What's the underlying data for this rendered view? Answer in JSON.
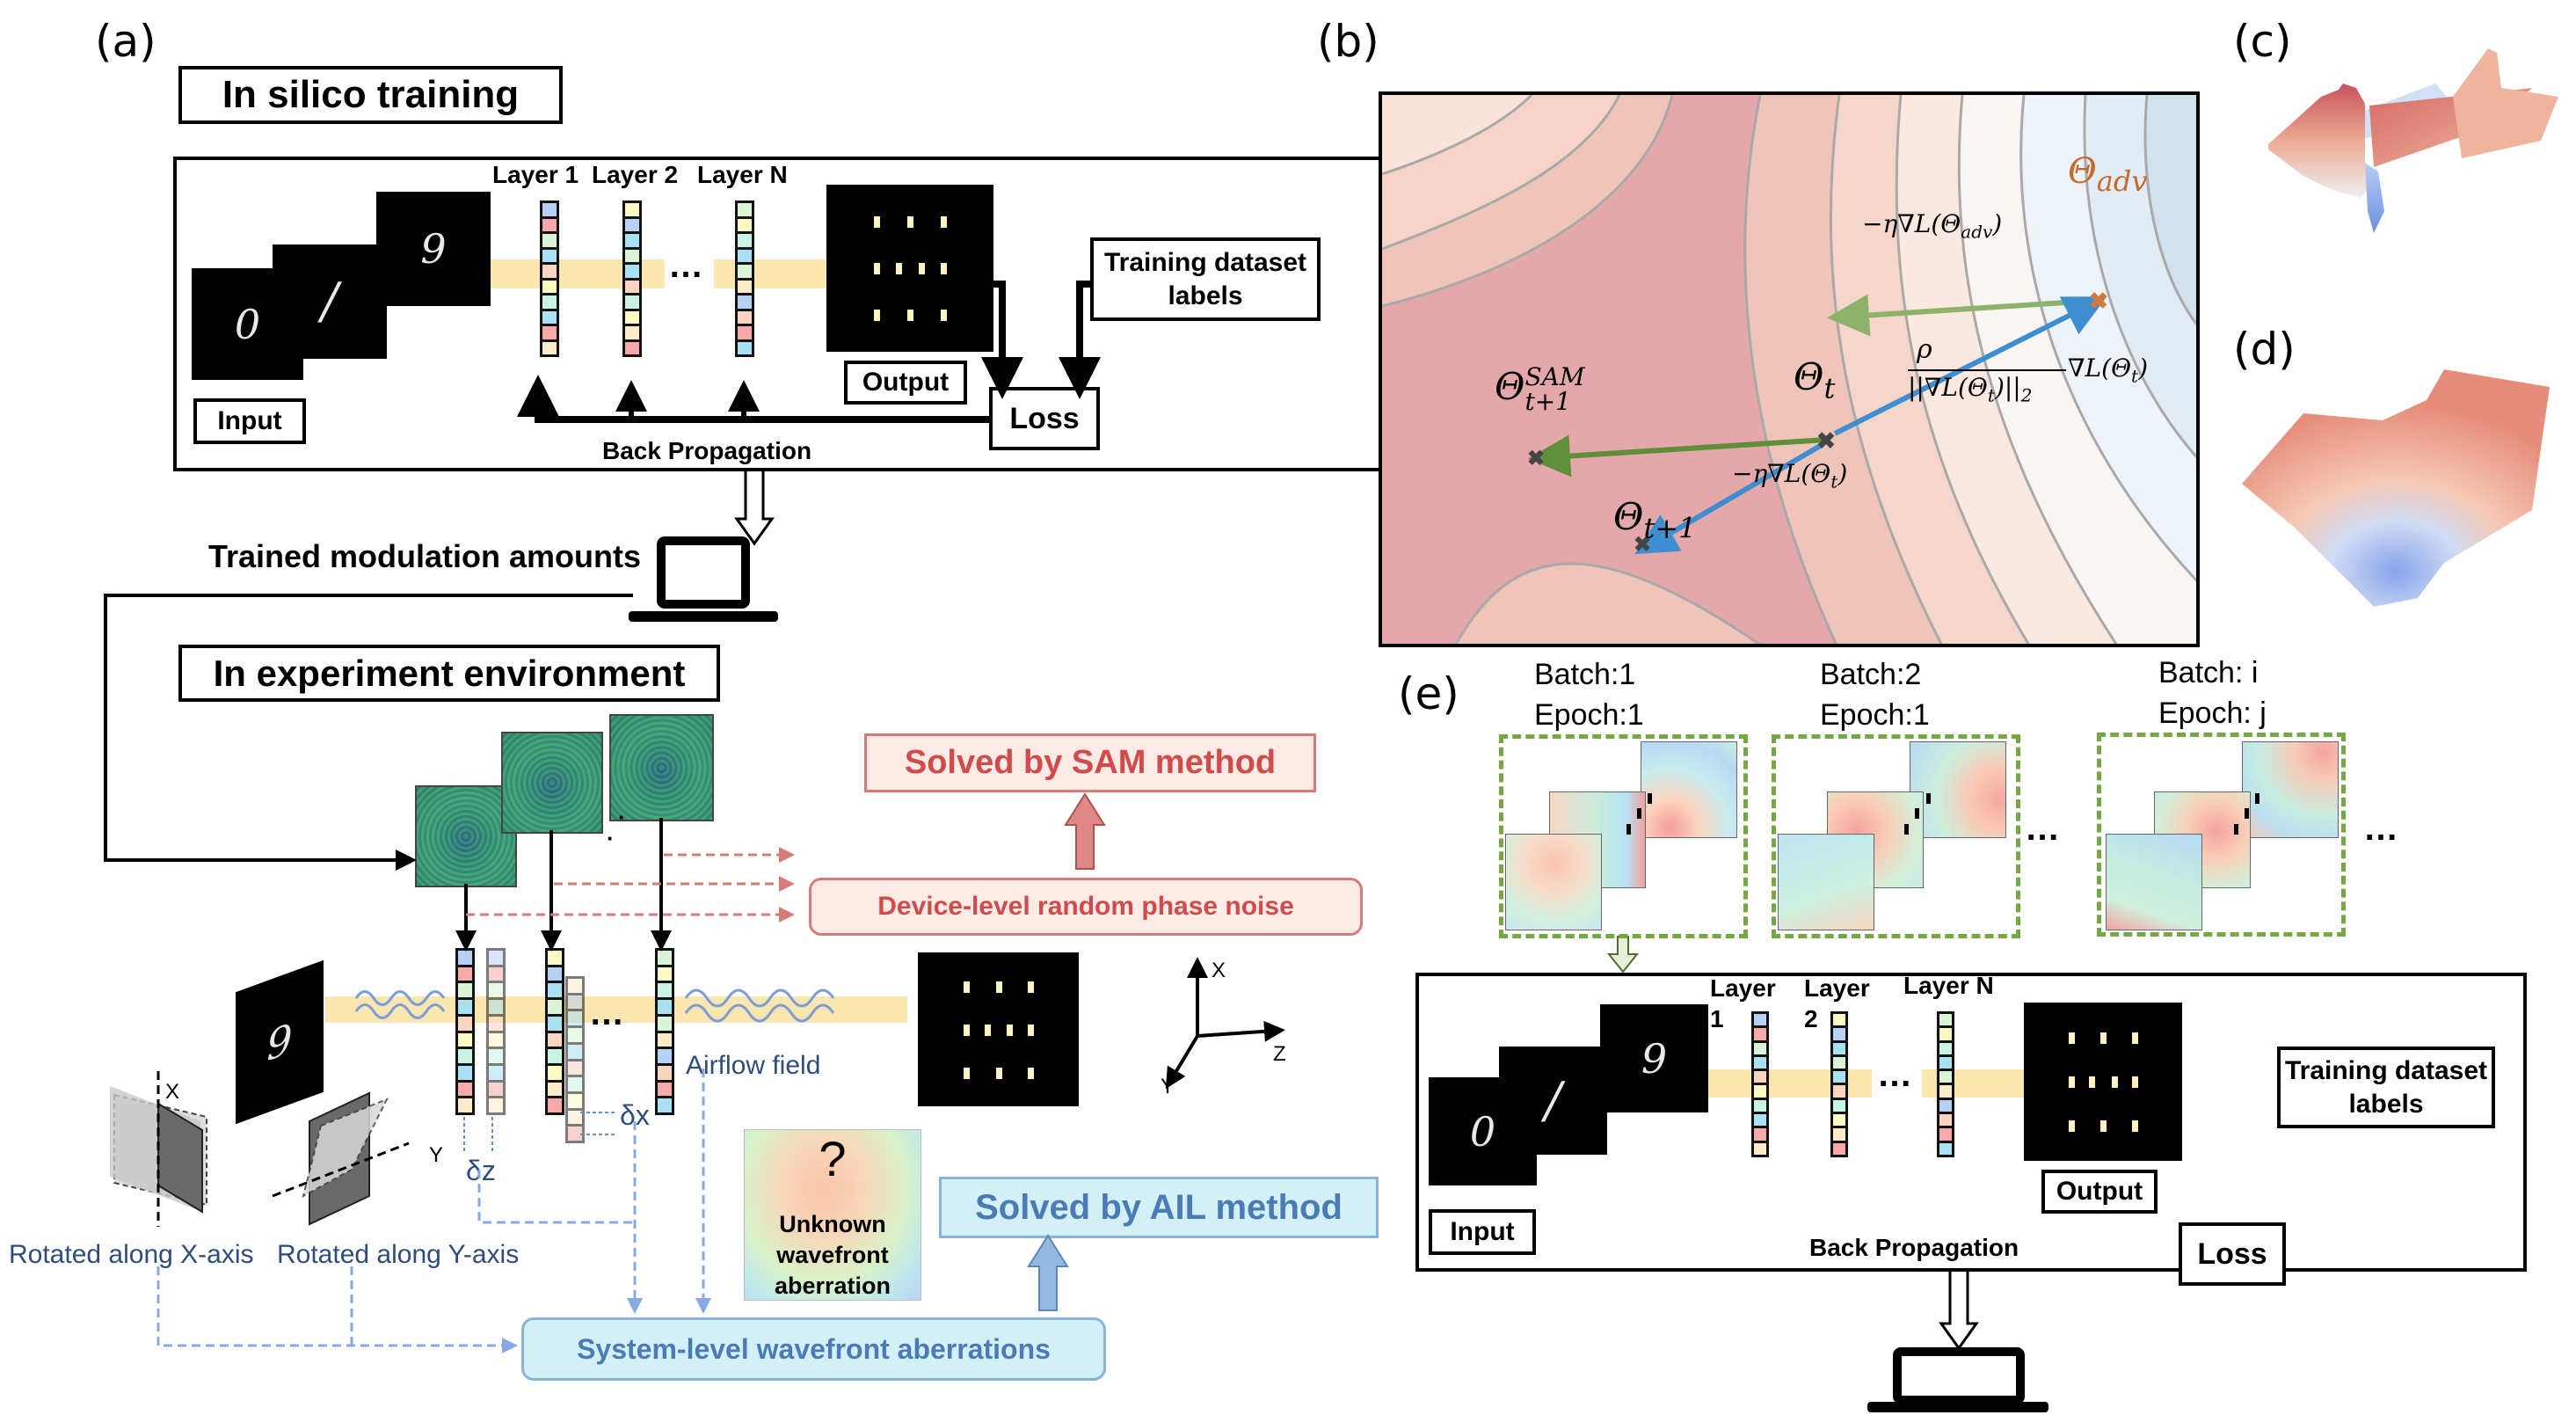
{
  "panels": {
    "a": "(a)",
    "b": "(b)",
    "c": "(c)",
    "d": "(d)",
    "e": "(e)"
  },
  "insilico": {
    "title": "In silico training",
    "digits": [
      "0",
      "/",
      "9"
    ],
    "layer_labels": [
      "Layer 1",
      "Layer 2",
      "Layer N"
    ],
    "ellipsis": "…",
    "input_label": "Input",
    "output_label": "Output",
    "loss_label": "Loss",
    "labels_box": "Training dataset labels",
    "backprop_label": "Back Propagation"
  },
  "transfer": {
    "trained_label": "Trained modulation amounts"
  },
  "experiment": {
    "title": "In experiment environment",
    "sam_box": "Solved by SAM method",
    "device_noise": "Device-level random phase noise",
    "airflow": "Airflow field",
    "delta_x": "δx",
    "delta_z": "δz",
    "rot_x_axis": "X",
    "rot_y_axis": "Y",
    "rot_x_caption": "Rotated along X-axis",
    "rot_y_caption": "Rotated along Y-axis",
    "unknown_mark": "?",
    "unknown_caption": "Unknown wavefront aberration",
    "ail_box": "Solved by AIL method",
    "system_box": "System-level  wavefront aberrations",
    "axes": {
      "x": "X",
      "y": "Y",
      "z": "Z"
    },
    "digit": "9"
  },
  "landscape": {
    "theta_adv": "Θ",
    "theta_adv_sub": "adv",
    "grad_adv": "−η∇L(Θ",
    "grad_adv_sub": "adv",
    "grad_adv_close": ")",
    "theta_t": "Θ",
    "theta_t_sub": "t",
    "theta_sam": "Θ",
    "theta_sam_sup": "SAM",
    "theta_sam_sub": "t+1",
    "theta_next": "Θ",
    "theta_next_sub": "t+1",
    "rho": "ρ",
    "norm": "||∇L(Θ",
    "norm_sub": "t",
    "norm_close": ")||",
    "norm_2": "2",
    "grad_t": "∇L(Θ",
    "grad_t_sub": "t",
    "grad_t_close": ")",
    "step": "−η∇L(Θ",
    "step_sub": "t",
    "step_close": ")",
    "colors": {
      "adv": "#c8692a",
      "green_arrow": "#5f8f3a",
      "blue_arrow": "#3f8fd0"
    }
  },
  "batches": [
    {
      "batch": "Batch:1",
      "epoch": "Epoch:1"
    },
    {
      "batch": "Batch:2",
      "epoch": "Epoch:1"
    },
    {
      "batch": "Batch: i",
      "epoch": "Epoch: j"
    }
  ],
  "retrain": {
    "layer_labels": [
      "Layer",
      "Layer",
      "Layer N"
    ],
    "layer_nums": [
      "1",
      "2"
    ],
    "digits": [
      "0",
      "/",
      "9"
    ],
    "input_label": "Input",
    "output_label": "Output",
    "loss_label": "Loss",
    "labels_box": "Training dataset labels",
    "backprop_label": "Back Propagation",
    "ellipsis": "…"
  }
}
